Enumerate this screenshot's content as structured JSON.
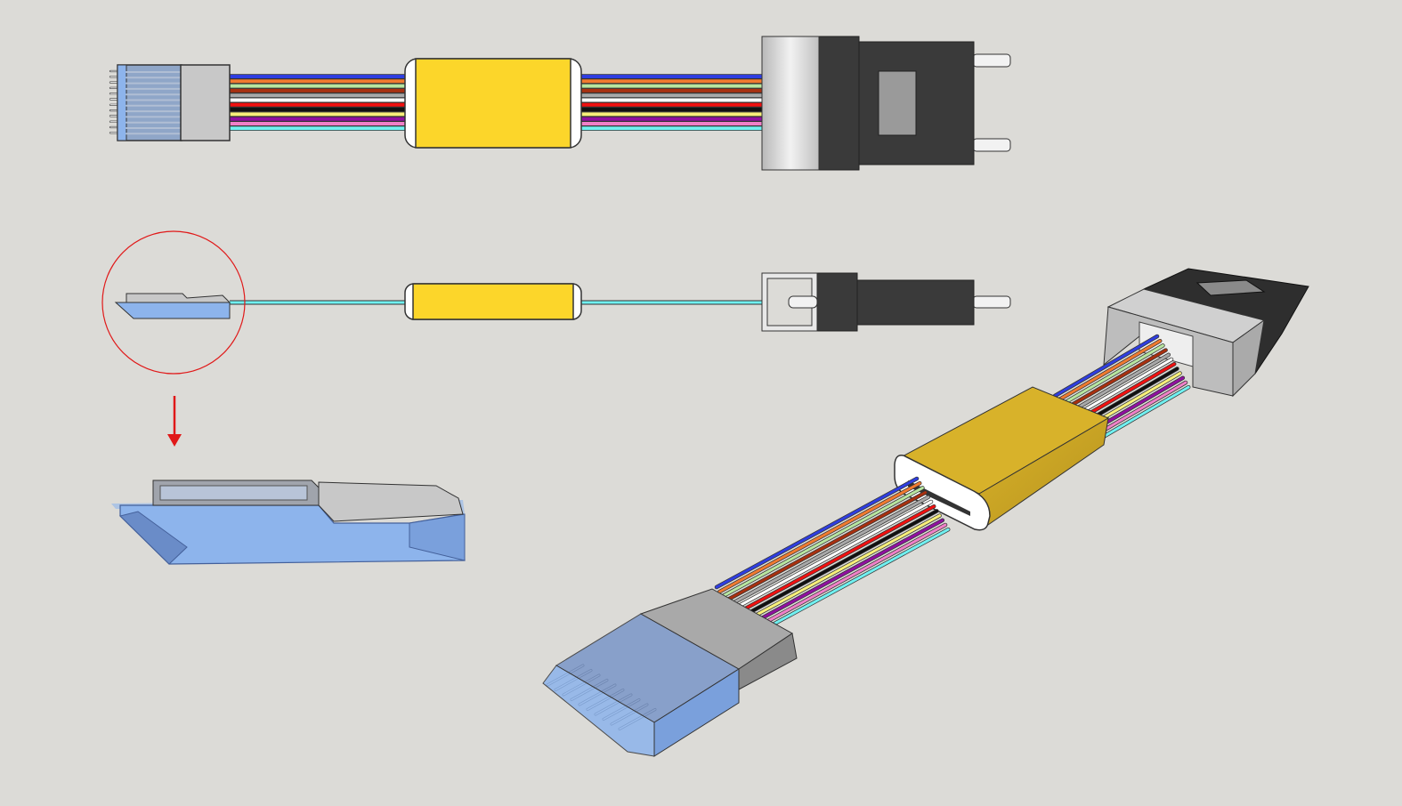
{
  "colors": {
    "background": "#dcdbd7",
    "housing_yellow": "#fcd62a",
    "housing_gold": "#c39f22",
    "connector_dark": "#3a3a3a",
    "connector_light": "#c8c8c8",
    "ferrule_blue": "#8db4ec",
    "highlight_red": "#e01818"
  },
  "fiber_colors": [
    "#2f3ee0",
    "#f07a30",
    "#b8e6a0",
    "#a83010",
    "#a8a8a8",
    "#ffffff",
    "#f01010",
    "#101010",
    "#f8f07a",
    "#9010a0",
    "#f080c8",
    "#70f0f0"
  ],
  "views": [
    "top-view",
    "side-view",
    "ferrule-detail",
    "isometric-view"
  ]
}
